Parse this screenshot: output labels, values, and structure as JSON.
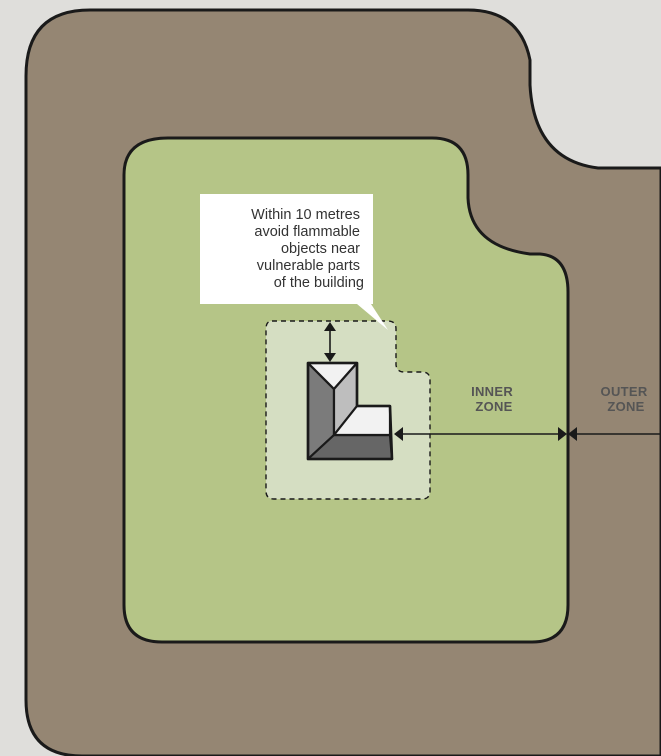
{
  "callout": {
    "lines": [
      "Within 10 metres",
      "avoid flammable",
      "objects near",
      "vulnerable parts",
      "of the building"
    ]
  },
  "labels": {
    "inner_zone": [
      "INNER",
      "ZONE"
    ],
    "outer_zone": [
      "OUTER",
      "ZONE"
    ]
  },
  "colors": {
    "background": "#dfdedb",
    "outer_zone": "#958673",
    "inner_zone": "#b5c587",
    "ten_metre_area": "#d5dec2",
    "outline": "#1a1a1a",
    "building_light": "#f2f2f2",
    "building_mid": "#bebebe",
    "building_dark": "#7b7b7b",
    "building_darker": "#666666"
  }
}
